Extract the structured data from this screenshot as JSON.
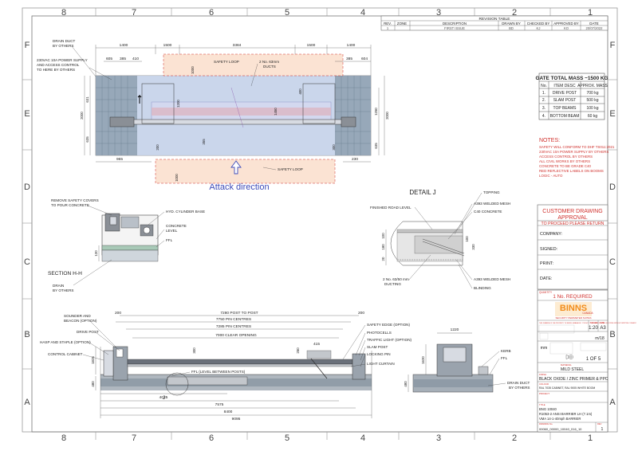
{
  "zones": {
    "top": [
      "8",
      "7",
      "6",
      "5",
      "4",
      "3",
      "2",
      "1"
    ],
    "bottom": [
      "8",
      "7",
      "6",
      "5",
      "4",
      "3",
      "2",
      "1"
    ],
    "left": [
      "F",
      "E",
      "D",
      "C",
      "B",
      "A"
    ],
    "right": [
      "F",
      "E",
      "D",
      "C",
      "B",
      "A"
    ]
  },
  "revision_table": {
    "title": "REVISION TABLE",
    "headers": [
      "REV.",
      "ZONE",
      "DESCRIPTION",
      "DRAWN BY",
      "CHECKED BY",
      "APPROVED BY",
      "DATE"
    ],
    "row": [
      "1",
      "",
      "FIRST ISSUE",
      "BD",
      "KJ",
      "KO",
      "20/07/2022"
    ]
  },
  "mass_table": {
    "title": "GATE TOTAL MASS ~1500 KG",
    "headers": [
      "No.",
      "ITEM DESC",
      "APPROX. MASS"
    ],
    "rows": [
      [
        "1.",
        "DRIVE POST",
        "700 kg"
      ],
      [
        "2.",
        "SLAM POST",
        "500 kg"
      ],
      [
        "3.",
        "TOP BEAMS",
        "100 kg"
      ],
      [
        "4.",
        "BOTTOM BEAM",
        "60 kg"
      ]
    ]
  },
  "notes": {
    "title": "NOTES:",
    "lines": [
      "SAFETY WILL CONFORM TO DHF TS011:2021",
      "230VAC 10A POWER SUPPLY BY OTHERS",
      "ACCESS CONTROL BY OTHERS",
      "ALL CIVIL WORKS BY OTHERS",
      "CONCRETE TO BE GRADE C40",
      "RED REFLECTIVE LABELS ON BOOMS",
      "LOGIC - AUTO"
    ]
  },
  "approval": {
    "title": "CUSTOMER DRAWING",
    "title2": "APPROVAL",
    "subtitle": "TO PROCEED PLEASE RETURN",
    "fields": [
      "COMPANY:",
      "SIGNED:",
      "PRINT:",
      "DATE:"
    ]
  },
  "title_block": {
    "quantity_label": "QUANTITY",
    "quantity": "1 No. REQUIRED",
    "logo": "BINNS",
    "logo_sub": "CANADA",
    "tagline": "SECURITY PERIMETER SUITES",
    "copyright": "THIS DRAWING IS THE PROPERTY OF BINNS CANADA INC. IT IS NOT TO BE REPRODUCED OR COPIED WITHOUT WRITTEN CONSENT",
    "scale_label": "SCALE",
    "scale": "1:20",
    "size_label": "SIZE",
    "size": "A3",
    "units": "mm",
    "sheet_ref": "m/18",
    "sheet": "1 OF 5",
    "material_label": "MATERIAL",
    "material": "MILD STEEL",
    "finish_label": "FINISH",
    "finish": "BLACK OXIDE / ZINC PRIMER & PPC",
    "colour_label": "COLOUR",
    "colour": "RAL 7035 CABINET, RAL 9005 WHITE BOOM",
    "project_label": "PROJECT",
    "title_label": "TITLE",
    "title_line1": "BNG 10040",
    "title_line2": "R1053-2 ANSI BARRIER LH (7.1m)",
    "title_line3": "VMA 14-1-40mph BARRIER",
    "dwg_no_label": "DRAWING No.",
    "dwg_no": "00060_00000_10040_016_10",
    "rev_label": "REV",
    "rev": "1"
  },
  "plan_view": {
    "dims_top": [
      "1400",
      "1500",
      "3384",
      "1500",
      "1400"
    ],
    "dims_sub_left": [
      "605",
      "385",
      "410"
    ],
    "dims_sub_right": [
      "385",
      "604"
    ],
    "dims_bottom_left": "965",
    "dims_bottom_right": "230",
    "dims_left_vertical": [
      "2000",
      "631",
      "635"
    ],
    "dims_right_vertical": [
      "1250",
      "2000",
      "635"
    ],
    "dims_misc": [
      "1000",
      "200",
      "1200",
      "1000",
      "1450",
      "400",
      "355",
      "300"
    ],
    "labels": [
      "DRAIN DUCT",
      "BY OTHERS",
      "230VAC 10A POWER SUPPLY",
      "AND ACCESS CONTROL",
      "TO HERE BY OTHERS",
      "SAFETY LOOP",
      "2 No. 63mm",
      "DUCTS",
      "SAFETY LOOP"
    ],
    "attack_direction": "Attack direction"
  },
  "section_hh": {
    "title": "SECTION H-H",
    "labels": [
      "REMOVE SAFETY COVERS",
      "TO POUR CONCRETE",
      "HYD. CYLINDER BASE",
      "CONCRETE",
      "LEVEL",
      "FFL",
      "DRAIN",
      "BY OTHERS"
    ],
    "dims": [
      "120"
    ]
  },
  "detail_j": {
    "title": "DETAIL J",
    "labels": [
      "TOPPING",
      "FINISHED ROAD LEVEL",
      "A393 WELDED MESH",
      "C40 CONCRETE",
      "2 No. 63/50 mm",
      "DUCTING",
      "A393 WELDED MESH",
      "BLINDING"
    ],
    "dims": [
      "100",
      "180",
      "20",
      "330",
      "100"
    ]
  },
  "elevation": {
    "dims": [
      "7280 POST TO POST",
      "7750 PIN CENTRES",
      "7285 PIN CENTRES",
      "7000 CLEAR OPENING",
      "200",
      "200",
      "4025",
      "7575",
      "8400",
      "9095",
      "1825",
      "480",
      "300",
      "250",
      "415"
    ],
    "labels_left": [
      "SOUNDER AND",
      "BEACON (OPTION)",
      "DRIVE POST",
      "HASP AND STAPLE (OPTION)",
      "CONTROL CABINET"
    ],
    "labels_right": [
      "SAFETY EDGE (OPTION)",
      "PHOTOCELLS",
      "TRAFFIC LIGHT (OPTION)",
      "SLAM POST",
      "LOCKING PIN",
      "LIGHT CURTAIN"
    ],
    "ffl_note": "FFL (LEVEL BETWEEN POSTS)",
    "detail_marker": "J"
  },
  "end_view": {
    "dims": [
      "1220",
      "1620",
      "480"
    ],
    "labels": [
      "KERB",
      "FFL",
      "DRAIN DUCT",
      "BY OTHERS"
    ]
  }
}
